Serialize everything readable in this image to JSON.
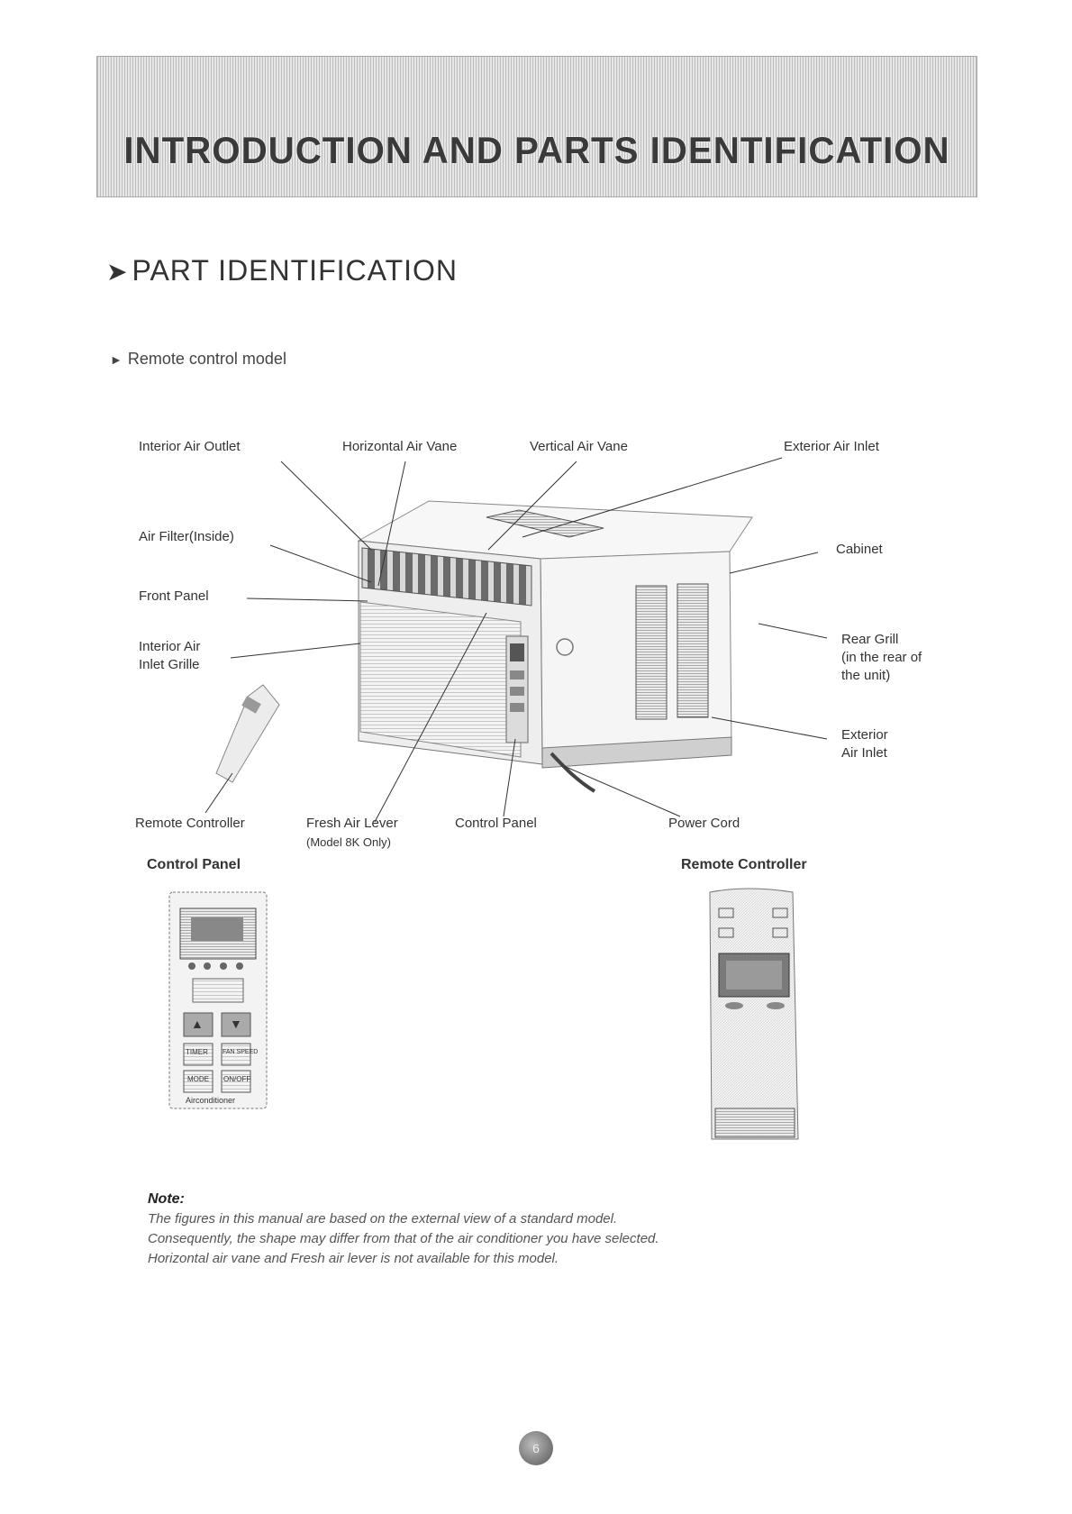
{
  "header": {
    "banner_title": "INTRODUCTION AND PARTS IDENTIFICATION"
  },
  "section": {
    "title": "PART IDENTIFICATION",
    "subtitle": "Remote control model"
  },
  "labels": {
    "interior_air_outlet": "Interior Air Outlet",
    "horizontal_air_vane": "Horizontal Air Vane",
    "vertical_air_vane": "Vertical Air Vane",
    "exterior_air_inlet_top": "Exterior Air Inlet",
    "air_filter": "Air Filter(Inside)",
    "front_panel": "Front Panel",
    "interior_air_inlet_grille_1": "Interior Air",
    "interior_air_inlet_grille_2": "Inlet Grille",
    "cabinet": "Cabinet",
    "rear_grill_1": "Rear Grill",
    "rear_grill_2": "(in the rear of",
    "rear_grill_3": "the unit)",
    "exterior_air_inlet_1": "Exterior",
    "exterior_air_inlet_2": "Air Inlet",
    "remote_controller": "Remote Controller",
    "fresh_air_lever": "Fresh Air Lever",
    "fresh_air_lever_note": "(Model 8K Only)",
    "control_panel": "Control Panel",
    "power_cord": "Power Cord"
  },
  "captions": {
    "control_panel": "Control Panel",
    "remote_controller": "Remote Controller"
  },
  "control_panel_buttons": {
    "up": "▲",
    "down": "▼",
    "timer": "TIMER",
    "fan_speed": "FAN SPEED",
    "mode": "MODE",
    "on_off": "ON/OFF",
    "brand": "Airconditioner"
  },
  "note": {
    "title": "Note:",
    "line1": "The figures in this manual are based on the external view of a standard model.",
    "line2": "Consequently, the shape may differ from that of the air conditioner you have selected.",
    "line3": "Horizontal air vane and Fresh air lever is  not  available  for this model."
  },
  "page_number": "6"
}
